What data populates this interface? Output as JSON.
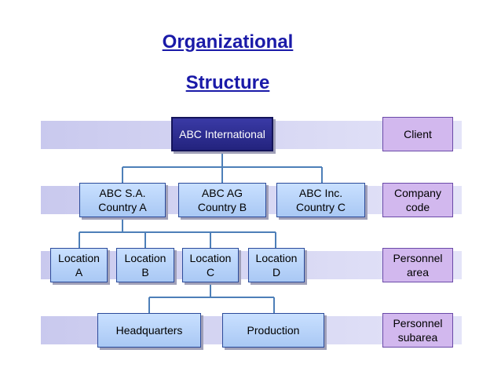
{
  "title": {
    "line1": "Organizational ",
    "line2": "Structure"
  },
  "colors": {
    "band": "#d0d0f0",
    "unit_box": "#b4d0fa",
    "root_box": "#2a2a8c",
    "label_box": "#d2b8ee",
    "title_text": "#1a1aa8",
    "connector": "#4d7fb8"
  },
  "levels": [
    {
      "label": "Client",
      "nodes": [
        "ABC International"
      ]
    },
    {
      "label": "Company\ncode",
      "nodes": [
        "ABC S.A.\nCountry A",
        "ABC AG\nCountry B",
        "ABC Inc.\nCountry C"
      ]
    },
    {
      "label": "Personnel\narea",
      "nodes": [
        "Location\nA",
        "Location\nB",
        "Location\nC",
        "Location\nD"
      ]
    },
    {
      "label": "Personnel\nsubarea",
      "nodes": [
        "Headquarters",
        "Production"
      ]
    }
  ]
}
